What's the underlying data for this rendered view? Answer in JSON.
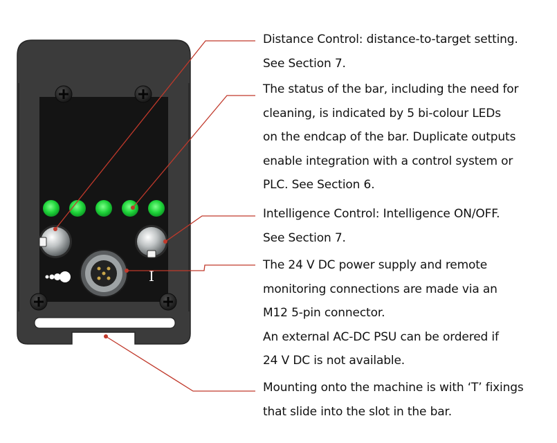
{
  "callouts": [
    {
      "id": "distance-control",
      "lines": [
        "Distance Control: distance-to-target setting.",
        "See Section 7."
      ]
    },
    {
      "id": "status-leds",
      "lines": [
        "The status of the bar, including the need for",
        "cleaning, is indicated by 5 bi-colour LEDs",
        "on the endcap of the bar. Duplicate outputs",
        "enable integration with a control system or",
        "PLC. See Section 6."
      ]
    },
    {
      "id": "intelligence-control",
      "lines": [
        "Intelligence Control: Intelligence ON/OFF.",
        "See Section 7."
      ]
    },
    {
      "id": "power-connector",
      "lines": [
        "The 24 V DC power supply and remote",
        "monitoring connections are made via an",
        "M12 5-pin connector.",
        "An external AC-DC PSU can be ordered if",
        "24 V DC is not available."
      ]
    },
    {
      "id": "mounting",
      "lines": [
        "Mounting onto the machine is with ‘T’ fixings",
        "that slide into the slot in the bar."
      ]
    }
  ],
  "device": {
    "led_count": 5,
    "led_color": "#1fd43a",
    "leader_color": "#c0392b",
    "body_color": "#3a3a3a",
    "panel_color": "#141414",
    "switch_label": "I"
  }
}
